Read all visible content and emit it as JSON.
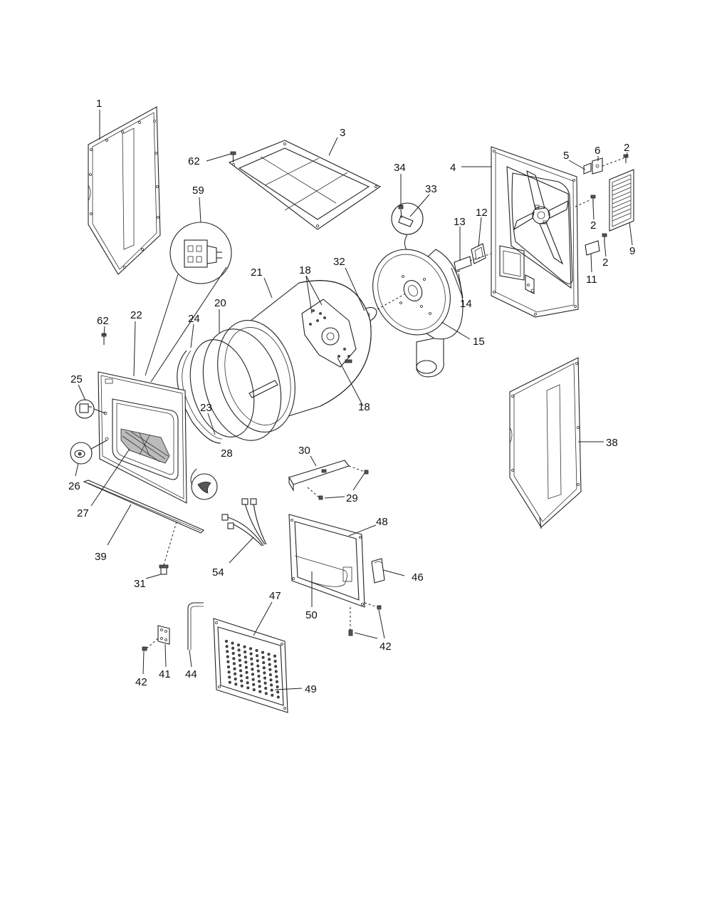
{
  "diagram": {
    "callouts": [
      "1",
      "3",
      "62",
      "59",
      "34",
      "33",
      "4",
      "5",
      "6",
      "2",
      "2",
      "9",
      "2",
      "11",
      "12",
      "13",
      "14",
      "32",
      "18",
      "21",
      "15",
      "20",
      "24",
      "62",
      "22",
      "25",
      "18",
      "23",
      "38",
      "26",
      "28",
      "30",
      "29",
      "27",
      "39",
      "54",
      "48",
      "46",
      "31",
      "50",
      "47",
      "42",
      "44",
      "41",
      "42",
      "49"
    ]
  }
}
